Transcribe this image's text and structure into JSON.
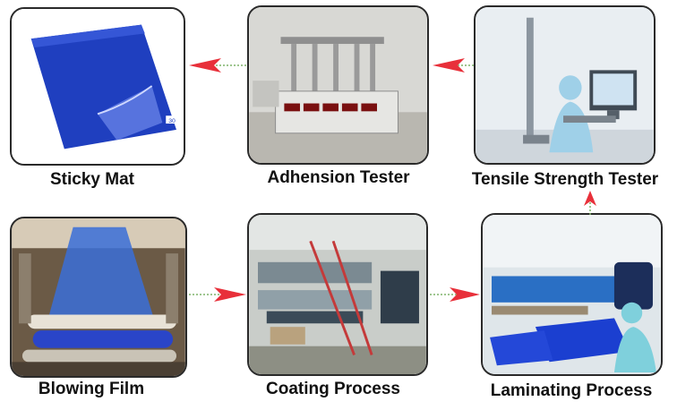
{
  "steps": {
    "sticky_mat": "Sticky Mat",
    "adhesion_tester": "Adhension Tester",
    "tensile_strength_tester": "Tensile Strength Tester",
    "blowing_film": "Blowing Film",
    "coating_process": "Coating Process",
    "laminating_process": "Laminating Process"
  },
  "mat_corner_number": "30",
  "colors": {
    "arrow": "#e8303a",
    "mat_blue": "#1f3fbf",
    "card_border": "#2a2a2a"
  }
}
